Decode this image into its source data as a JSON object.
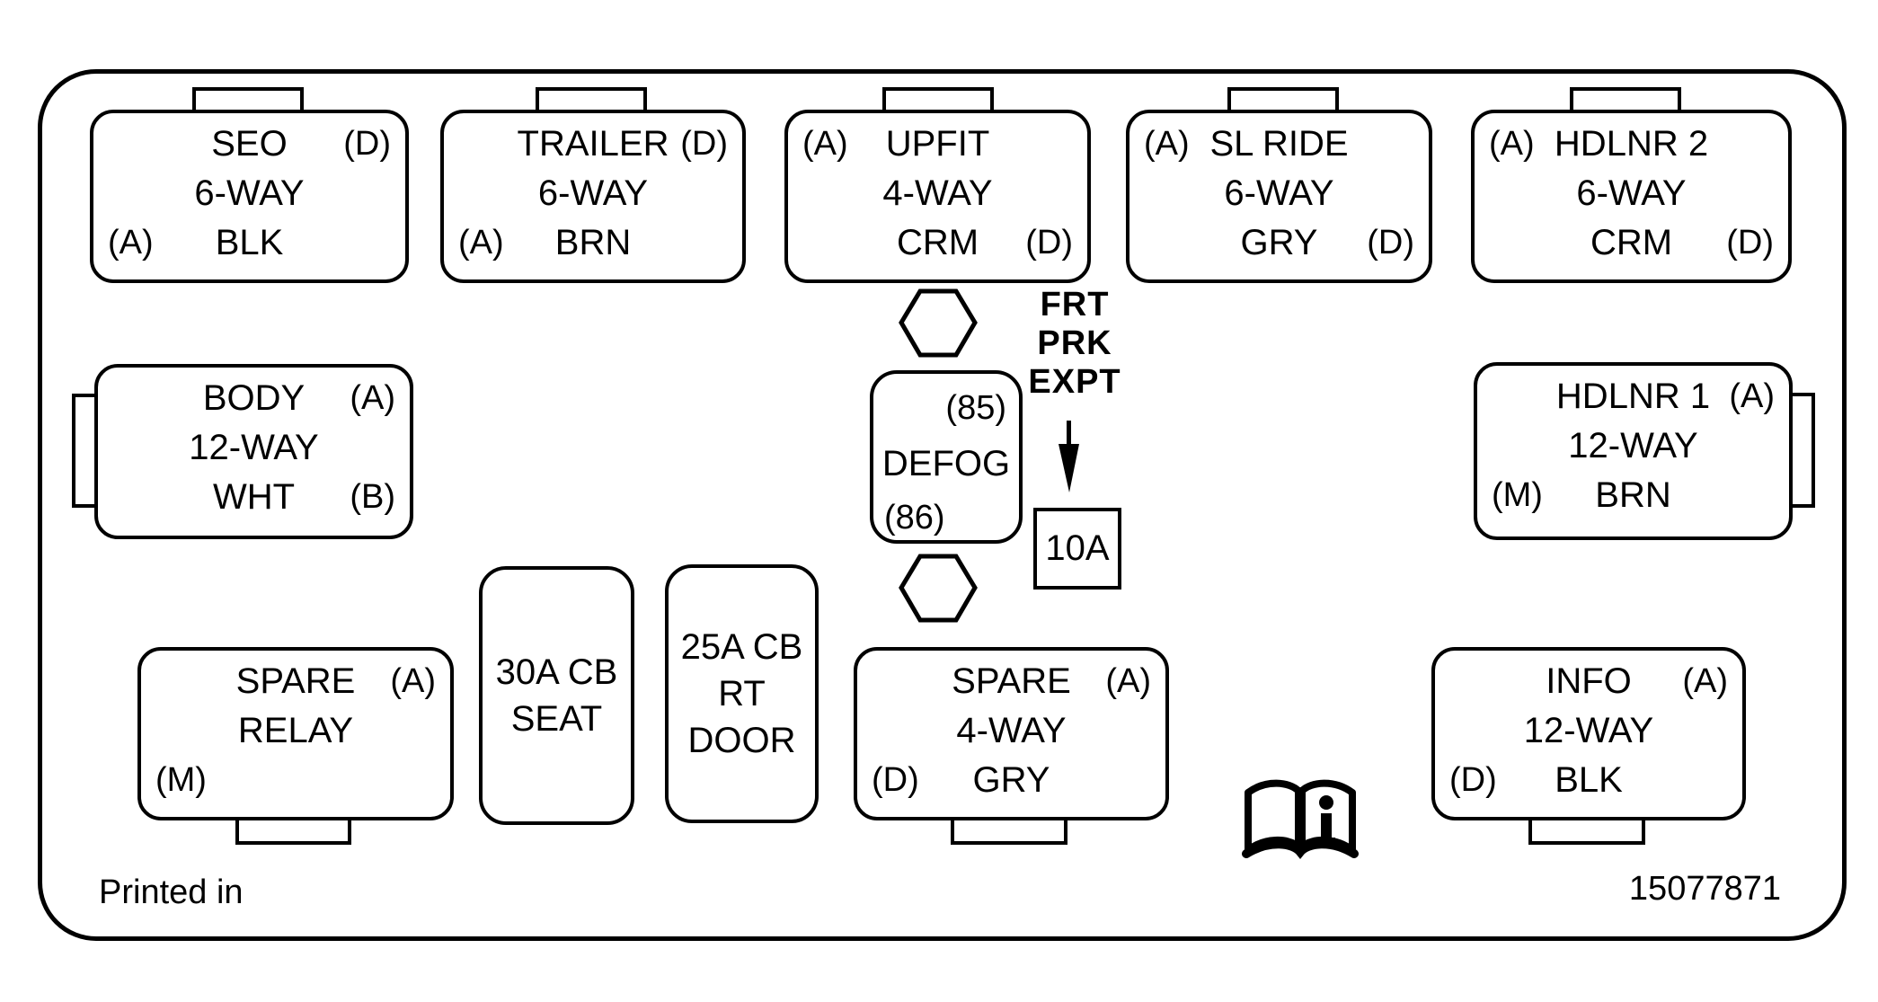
{
  "colors": {
    "ink": "#000000",
    "paper": "#ffffff"
  },
  "connectors": {
    "seo": {
      "name": "SEO",
      "ways": "6-WAY",
      "color": "BLK",
      "top_right": "(D)",
      "bottom_left": "(A)"
    },
    "trailer": {
      "name": "TRAILER",
      "ways": "6-WAY",
      "color": "BRN",
      "top_right": "(D)",
      "bottom_left": "(A)"
    },
    "upfit": {
      "name": "UPFIT",
      "ways": "4-WAY",
      "color": "CRM",
      "top_left": "(A)",
      "bottom_right": "(D)"
    },
    "sl_ride": {
      "name": "SL RIDE",
      "ways": "6-WAY",
      "color": "GRY",
      "top_left": "(A)",
      "bottom_right": "(D)"
    },
    "hdlnr2": {
      "name": "HDLNR 2",
      "ways": "6-WAY",
      "color": "CRM",
      "top_left": "(A)",
      "bottom_right": "(D)"
    },
    "body": {
      "name": "BODY",
      "ways": "12-WAY",
      "color": "WHT",
      "top_right": "(A)",
      "bottom_right": "(B)"
    },
    "hdlnr1": {
      "name": "HDLNR 1",
      "ways": "12-WAY",
      "color": "BRN",
      "top_right": "(A)",
      "bottom_left": "(M)"
    },
    "spare_relay": {
      "name": "SPARE",
      "line2": "RELAY",
      "top_right": "(A)",
      "bottom_left": "(M)"
    },
    "spare4": {
      "name": "SPARE",
      "ways": "4-WAY",
      "color": "GRY",
      "top_right": "(A)",
      "bottom_left": "(D)"
    },
    "info": {
      "name": "INFO",
      "ways": "12-WAY",
      "color": "BLK",
      "top_right": "(A)",
      "bottom_left": "(D)"
    }
  },
  "breakers": {
    "cb30": {
      "line1": "30A CB",
      "line2": "SEAT"
    },
    "cb25": {
      "line1": "25A CB",
      "line2": "RT",
      "line3": "DOOR"
    }
  },
  "defog": {
    "pin_top": "(85)",
    "label": "DEFOG",
    "pin_bottom": "(86)"
  },
  "fuse10a": {
    "label": "10A"
  },
  "callout": {
    "line1": "FRT",
    "line2": "PRK",
    "line3": "EXPT"
  },
  "icons": {
    "manual": "open-book-info-icon",
    "hex_top": "hex-stud-icon",
    "hex_bottom": "hex-stud-icon",
    "arrow": "down-arrow-icon"
  },
  "footer": {
    "printed_in": "Printed in",
    "part_number": "15077871"
  }
}
